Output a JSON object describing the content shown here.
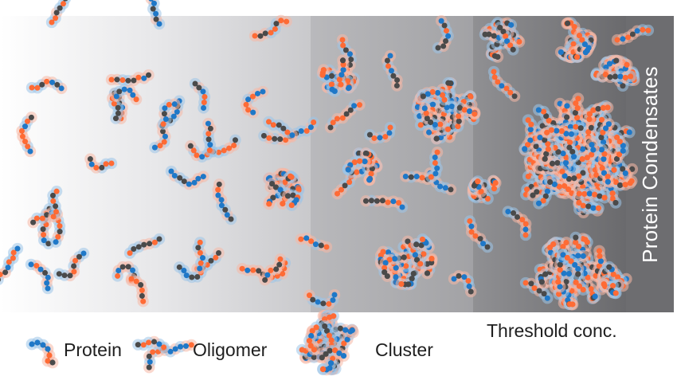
{
  "legend": {
    "protein_label": "Protein",
    "oligomer_label": "Oligomer",
    "cluster_label": "Cluster"
  },
  "threshold_label": "Threshold conc.",
  "condensate_title": "Protein Condensates",
  "colors": {
    "residue_orange": "#ff6b35",
    "residue_blue": "#1f78c8",
    "residue_dark": "#4a4a4a",
    "halo_orange": "#f6b8a6",
    "halo_blue": "#9cc4e8",
    "bond": "#444444",
    "panel_stages": [
      "#ffffff",
      "#e7e7e9",
      "#bdbdc0",
      "#8e8e91",
      "#6f6f72"
    ]
  },
  "stages": [
    {
      "name": "proteins"
    },
    {
      "name": "oligomers"
    },
    {
      "name": "clusters"
    },
    {
      "name": "condensates"
    }
  ]
}
